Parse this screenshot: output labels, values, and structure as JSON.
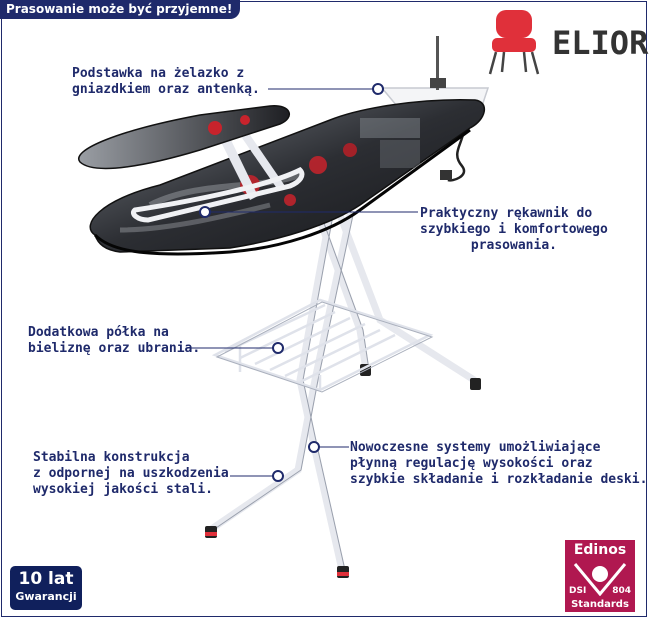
{
  "banner": "Prasowanie może być przyjemne!",
  "brand": "ELIOR",
  "captions": {
    "iron_stand": [
      "Podstawka na żelazko z",
      "gniazdkiem oraz antenką."
    ],
    "sleeve": [
      "Praktyczny rękawnik do",
      "szybkiego i komfortowego",
      "prasowania."
    ],
    "shelf": [
      "Dodatkowa półka na",
      "bieliznę oraz ubrania."
    ],
    "construction": [
      "Stabilna konstrukcja",
      "z odpornej na uszkodzenia",
      "wysokiej jakości stali."
    ],
    "height": [
      "Nowoczesne systemy umożliwiające",
      "płynną regulację wysokości oraz",
      "szybkie składanie i rozkładanie deski."
    ]
  },
  "warranty": {
    "years": "10 lat",
    "label": "Gwarancji"
  },
  "certificate": {
    "name": "Edinos",
    "dsi": "DSI",
    "number": "804",
    "label": "Standards"
  },
  "colors": {
    "navy": "#1f2a6b",
    "badge_pink": "#b01850",
    "chair_red": "#e0303a"
  }
}
